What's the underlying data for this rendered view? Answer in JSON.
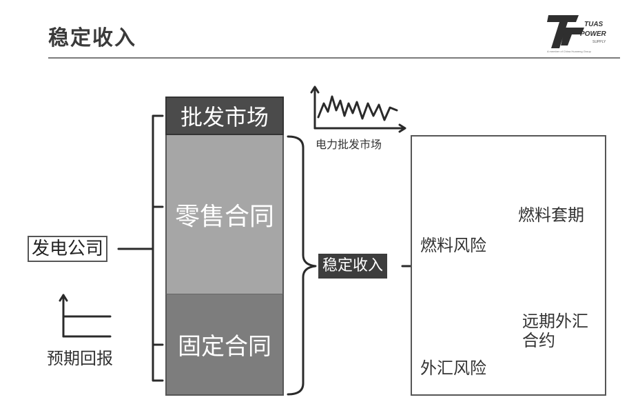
{
  "slide": {
    "title": "稳定收入"
  },
  "logo": {
    "brand_line1": "TUAS",
    "brand_line2": "POWER",
    "brand_line3": "SUPPLY",
    "tagline": "A member of China Huaneng Group"
  },
  "blocks": {
    "wholesale": "批发市场",
    "retail": "零售合同",
    "fixed": "固定合同"
  },
  "left": {
    "company": "发电公司",
    "expected_return": "预期回报"
  },
  "center": {
    "stable_income": "稳定收入",
    "wholesale_chart_label": "电力批发市场"
  },
  "right": {
    "fuel_hedge": "燃料套期",
    "fuel_risk": "燃料风险",
    "fx_contract_line1": "远期外汇",
    "fx_contract_line2": "合约",
    "fx_risk": "外汇风险"
  },
  "colors": {
    "wholesale_block": "#4b4b4b",
    "retail_block": "#a6a6a6",
    "fixed_block": "#7d7d7d",
    "stable_income_box": "#3d3d3d"
  }
}
